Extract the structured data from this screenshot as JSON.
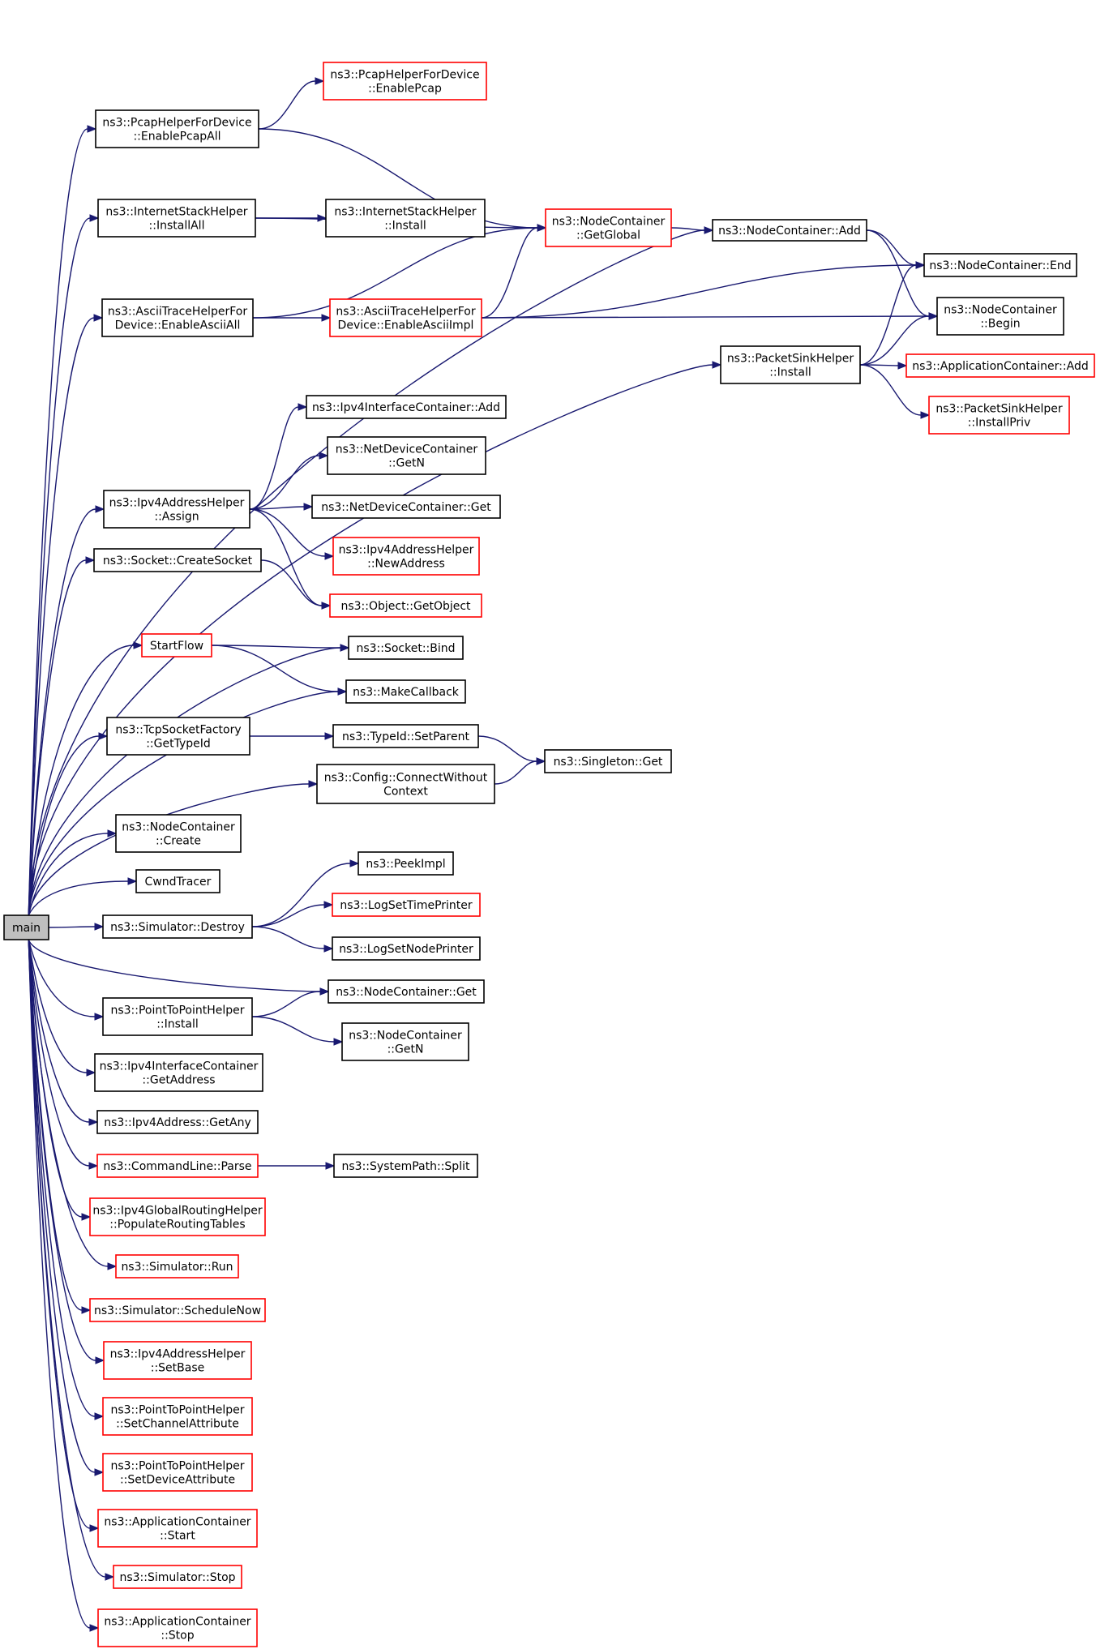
{
  "colors": {
    "edge": "#191970",
    "node_black": "#000000",
    "node_red": "#ff0000",
    "root_fill": "#bfbfbf"
  },
  "nodes": [
    {
      "id": "main",
      "lines": [
        "main"
      ],
      "border": "black",
      "root": true
    },
    {
      "id": "pcapAll",
      "lines": [
        "ns3::PcapHelperForDevice",
        "::EnablePcapAll"
      ],
      "border": "black"
    },
    {
      "id": "pcap",
      "lines": [
        "ns3::PcapHelperForDevice",
        "::EnablePcap"
      ],
      "border": "red"
    },
    {
      "id": "isInstallAll",
      "lines": [
        "ns3::InternetStackHelper",
        "::InstallAll"
      ],
      "border": "black"
    },
    {
      "id": "isInstall",
      "lines": [
        "ns3::InternetStackHelper",
        "::Install"
      ],
      "border": "black"
    },
    {
      "id": "ncGetGlobal",
      "lines": [
        "ns3::NodeContainer",
        "::GetGlobal"
      ],
      "border": "red"
    },
    {
      "id": "ncAdd",
      "lines": [
        "ns3::NodeContainer::Add"
      ],
      "border": "black"
    },
    {
      "id": "ncEnd",
      "lines": [
        "ns3::NodeContainer::End"
      ],
      "border": "black"
    },
    {
      "id": "ncBegin",
      "lines": [
        "ns3::NodeContainer",
        "::Begin"
      ],
      "border": "black"
    },
    {
      "id": "asciiAll",
      "lines": [
        "ns3::AsciiTraceHelperFor",
        "Device::EnableAsciiAll"
      ],
      "border": "black"
    },
    {
      "id": "asciiImpl",
      "lines": [
        "ns3::AsciiTraceHelperFor",
        "Device::EnableAsciiImpl"
      ],
      "border": "red"
    },
    {
      "id": "psInstall",
      "lines": [
        "ns3::PacketSinkHelper",
        "::Install"
      ],
      "border": "black"
    },
    {
      "id": "acAdd",
      "lines": [
        "ns3::ApplicationContainer::Add"
      ],
      "border": "red"
    },
    {
      "id": "psInstallPriv",
      "lines": [
        "ns3::PacketSinkHelper",
        "::InstallPriv"
      ],
      "border": "red"
    },
    {
      "id": "iicAdd",
      "lines": [
        "ns3::Ipv4InterfaceContainer::Add"
      ],
      "border": "black"
    },
    {
      "id": "ndcGetN",
      "lines": [
        "ns3::NetDeviceContainer",
        "::GetN"
      ],
      "border": "black"
    },
    {
      "id": "ipAssign",
      "lines": [
        "ns3::Ipv4AddressHelper",
        "::Assign"
      ],
      "border": "black"
    },
    {
      "id": "ndcGet",
      "lines": [
        "ns3::NetDeviceContainer::Get"
      ],
      "border": "black"
    },
    {
      "id": "ipNewAddr",
      "lines": [
        "ns3::Ipv4AddressHelper",
        "::NewAddress"
      ],
      "border": "red"
    },
    {
      "id": "sockCreate",
      "lines": [
        "ns3::Socket::CreateSocket"
      ],
      "border": "black"
    },
    {
      "id": "objGetObject",
      "lines": [
        "ns3::Object::GetObject"
      ],
      "border": "red"
    },
    {
      "id": "startFlow",
      "lines": [
        "StartFlow"
      ],
      "border": "red"
    },
    {
      "id": "sockBind",
      "lines": [
        "ns3::Socket::Bind"
      ],
      "border": "black"
    },
    {
      "id": "makeCallback",
      "lines": [
        "ns3::MakeCallback"
      ],
      "border": "black"
    },
    {
      "id": "tcpGetTypeId",
      "lines": [
        "ns3::TcpSocketFactory",
        "::GetTypeId"
      ],
      "border": "black"
    },
    {
      "id": "typeIdSetParent",
      "lines": [
        "ns3::TypeId::SetParent"
      ],
      "border": "black"
    },
    {
      "id": "singletonGet",
      "lines": [
        "ns3::Singleton::Get"
      ],
      "border": "black"
    },
    {
      "id": "configConnect",
      "lines": [
        "ns3::Config::ConnectWithout",
        "Context"
      ],
      "border": "black"
    },
    {
      "id": "ncCreate",
      "lines": [
        "ns3::NodeContainer",
        "::Create"
      ],
      "border": "black"
    },
    {
      "id": "cwndTracer",
      "lines": [
        "CwndTracer"
      ],
      "border": "black"
    },
    {
      "id": "peekImpl",
      "lines": [
        "ns3::PeekImpl"
      ],
      "border": "black"
    },
    {
      "id": "simDestroy",
      "lines": [
        "ns3::Simulator::Destroy"
      ],
      "border": "black"
    },
    {
      "id": "logTime",
      "lines": [
        "ns3::LogSetTimePrinter"
      ],
      "border": "red"
    },
    {
      "id": "logNode",
      "lines": [
        "ns3::LogSetNodePrinter"
      ],
      "border": "black"
    },
    {
      "id": "ncGet",
      "lines": [
        "ns3::NodeContainer::Get"
      ],
      "border": "black"
    },
    {
      "id": "p2pInstall",
      "lines": [
        "ns3::PointToPointHelper",
        "::Install"
      ],
      "border": "black"
    },
    {
      "id": "ncGetN",
      "lines": [
        "ns3::NodeContainer",
        "::GetN"
      ],
      "border": "black"
    },
    {
      "id": "iicGetAddress",
      "lines": [
        "ns3::Ipv4InterfaceContainer",
        "::GetAddress"
      ],
      "border": "black"
    },
    {
      "id": "ipv4GetAny",
      "lines": [
        "ns3::Ipv4Address::GetAny"
      ],
      "border": "black"
    },
    {
      "id": "cmdParse",
      "lines": [
        "ns3::CommandLine::Parse"
      ],
      "border": "red"
    },
    {
      "id": "spSplit",
      "lines": [
        "ns3::SystemPath::Split"
      ],
      "border": "black"
    },
    {
      "id": "grPopulate",
      "lines": [
        "ns3::Ipv4GlobalRoutingHelper",
        "::PopulateRoutingTables"
      ],
      "border": "red"
    },
    {
      "id": "simRun",
      "lines": [
        "ns3::Simulator::Run"
      ],
      "border": "red"
    },
    {
      "id": "simScheduleNow",
      "lines": [
        "ns3::Simulator::ScheduleNow"
      ],
      "border": "red"
    },
    {
      "id": "ipSetBase",
      "lines": [
        "ns3::Ipv4AddressHelper",
        "::SetBase"
      ],
      "border": "red"
    },
    {
      "id": "p2pSetChannel",
      "lines": [
        "ns3::PointToPointHelper",
        "::SetChannelAttribute"
      ],
      "border": "red"
    },
    {
      "id": "p2pSetDevice",
      "lines": [
        "ns3::PointToPointHelper",
        "::SetDeviceAttribute"
      ],
      "border": "red"
    },
    {
      "id": "acStart",
      "lines": [
        "ns3::ApplicationContainer",
        "::Start"
      ],
      "border": "red"
    },
    {
      "id": "simStop",
      "lines": [
        "ns3::Simulator::Stop"
      ],
      "border": "red"
    },
    {
      "id": "acStop",
      "lines": [
        "ns3::ApplicationContainer",
        "::Stop"
      ],
      "border": "red"
    }
  ],
  "edges": [
    {
      "from": "main",
      "to": "pcapAll"
    },
    {
      "from": "main",
      "to": "ncAdd"
    },
    {
      "from": "main",
      "to": "isInstallAll"
    },
    {
      "from": "main",
      "to": "asciiAll"
    },
    {
      "from": "main",
      "to": "psInstall"
    },
    {
      "from": "main",
      "to": "ipAssign"
    },
    {
      "from": "main",
      "to": "sockCreate"
    },
    {
      "from": "main",
      "to": "sockBind"
    },
    {
      "from": "main",
      "to": "startFlow"
    },
    {
      "from": "main",
      "to": "makeCallback"
    },
    {
      "from": "main",
      "to": "tcpGetTypeId"
    },
    {
      "from": "main",
      "to": "configConnect"
    },
    {
      "from": "main",
      "to": "ncCreate"
    },
    {
      "from": "main",
      "to": "cwndTracer"
    },
    {
      "from": "main",
      "to": "simDestroy"
    },
    {
      "from": "main",
      "to": "ncGet"
    },
    {
      "from": "main",
      "to": "p2pInstall"
    },
    {
      "from": "main",
      "to": "iicGetAddress"
    },
    {
      "from": "main",
      "to": "ipv4GetAny"
    },
    {
      "from": "main",
      "to": "cmdParse"
    },
    {
      "from": "main",
      "to": "grPopulate"
    },
    {
      "from": "main",
      "to": "simRun"
    },
    {
      "from": "main",
      "to": "simScheduleNow"
    },
    {
      "from": "main",
      "to": "ipSetBase"
    },
    {
      "from": "main",
      "to": "p2pSetChannel"
    },
    {
      "from": "main",
      "to": "p2pSetDevice"
    },
    {
      "from": "main",
      "to": "acStart"
    },
    {
      "from": "main",
      "to": "simStop"
    },
    {
      "from": "main",
      "to": "acStop"
    },
    {
      "from": "pcapAll",
      "to": "pcap"
    },
    {
      "from": "pcapAll",
      "to": "ncGetGlobal"
    },
    {
      "from": "isInstallAll",
      "to": "isInstall"
    },
    {
      "from": "isInstallAll",
      "to": "ncGetGlobal"
    },
    {
      "from": "ncGetGlobal",
      "to": "ncAdd"
    },
    {
      "from": "ncAdd",
      "to": "ncEnd"
    },
    {
      "from": "ncAdd",
      "to": "ncBegin"
    },
    {
      "from": "asciiAll",
      "to": "ncGetGlobal"
    },
    {
      "from": "asciiAll",
      "to": "asciiImpl"
    },
    {
      "from": "asciiImpl",
      "to": "ncGetGlobal"
    },
    {
      "from": "asciiImpl",
      "to": "ncEnd"
    },
    {
      "from": "asciiImpl",
      "to": "ncBegin"
    },
    {
      "from": "psInstall",
      "to": "ncEnd"
    },
    {
      "from": "psInstall",
      "to": "ncBegin"
    },
    {
      "from": "psInstall",
      "to": "acAdd"
    },
    {
      "from": "psInstall",
      "to": "psInstallPriv"
    },
    {
      "from": "ipAssign",
      "to": "iicAdd"
    },
    {
      "from": "ipAssign",
      "to": "ndcGetN"
    },
    {
      "from": "ipAssign",
      "to": "ndcGet"
    },
    {
      "from": "ipAssign",
      "to": "ipNewAddr"
    },
    {
      "from": "ipAssign",
      "to": "objGetObject"
    },
    {
      "from": "sockCreate",
      "to": "objGetObject"
    },
    {
      "from": "startFlow",
      "to": "sockBind"
    },
    {
      "from": "startFlow",
      "to": "makeCallback"
    },
    {
      "from": "tcpGetTypeId",
      "to": "typeIdSetParent"
    },
    {
      "from": "typeIdSetParent",
      "to": "singletonGet"
    },
    {
      "from": "configConnect",
      "to": "singletonGet"
    },
    {
      "from": "simDestroy",
      "to": "peekImpl"
    },
    {
      "from": "simDestroy",
      "to": "logTime"
    },
    {
      "from": "simDestroy",
      "to": "logNode"
    },
    {
      "from": "p2pInstall",
      "to": "ncGet"
    },
    {
      "from": "p2pInstall",
      "to": "ncGetN"
    },
    {
      "from": "cmdParse",
      "to": "spSplit"
    }
  ]
}
